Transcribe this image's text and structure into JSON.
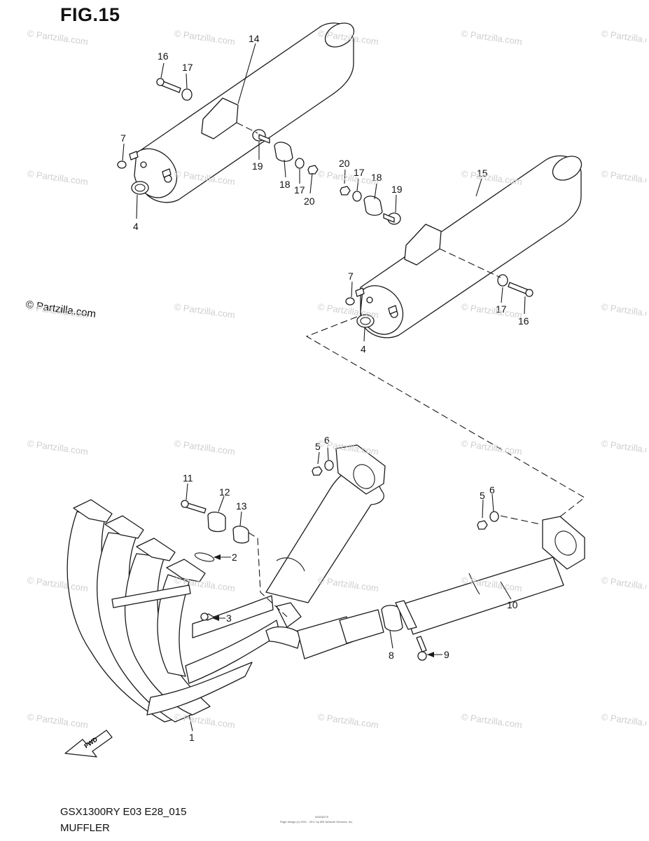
{
  "figure": {
    "title": "FIG.15",
    "model": "GSX1300RY E03 E28_015",
    "name": "MUFFLER"
  },
  "credits": {
    "code": "5261M275",
    "line": "Page design (c) 2001 - 2017 by ARI Network Services, Inc."
  },
  "copyright": "© Partzilla.com",
  "watermark_text": "© Partzilla.com",
  "fwd_label": "FWD",
  "callouts": [
    "1",
    "2",
    "3",
    "4",
    "4",
    "5",
    "5",
    "6",
    "6",
    "7",
    "7",
    "8",
    "9",
    "10",
    "11",
    "12",
    "13",
    "14",
    "15",
    "16",
    "16",
    "17",
    "17",
    "17",
    "17",
    "18",
    "18",
    "19",
    "19",
    "20",
    "20"
  ],
  "colors": {
    "line": "#1a1a1a",
    "watermark": "#cfcfcf"
  }
}
